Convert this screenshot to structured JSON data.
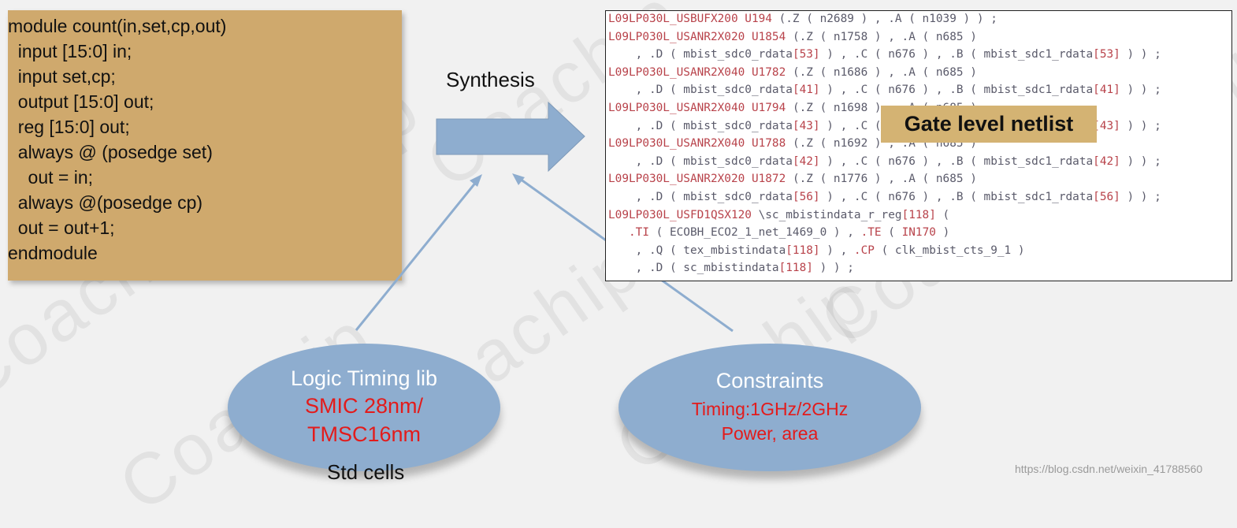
{
  "watermark": "Coachip",
  "code": {
    "lines": [
      "module count(in,set,cp,out)",
      "  input [15:0] in;",
      "  input set,cp;",
      "  output [15:0] out;",
      "  reg [15:0] out;",
      "  always @ (posedge set)",
      "    out = in;",
      "  always @(posedge cp)",
      "  out = out+1;",
      "endmodule"
    ]
  },
  "synthesis_label": "Synthesis",
  "netlist": {
    "title": "Gate level netlist",
    "lines": [
      [
        {
          "t": "L09LP030L_USBUFX200 U194 ",
          "r": true
        },
        {
          "t": "(.Z ( n2689 ) , .A ( n1039 ) ) ;",
          "r": false
        }
      ],
      [
        {
          "t": "L09LP030L_USANR2X020 U1854 ",
          "r": true
        },
        {
          "t": "(.Z ( n1758 ) , .A ( n685 )",
          "r": false
        }
      ],
      [
        {
          "t": "    , .D ( mbist_sdc0_rdata",
          "r": false
        },
        {
          "t": "[53]",
          "r": true
        },
        {
          "t": " ) , .C ( n676 ) , .B ( mbist_sdc1_rdata",
          "r": false
        },
        {
          "t": "[53]",
          "r": true
        },
        {
          "t": " ) ) ;",
          "r": false
        }
      ],
      [
        {
          "t": "L09LP030L_USANR2X040 U1782 ",
          "r": true
        },
        {
          "t": "(.Z ( n1686 ) , .A ( n685 )",
          "r": false
        }
      ],
      [
        {
          "t": "    , .D ( mbist_sdc0_rdata",
          "r": false
        },
        {
          "t": "[41]",
          "r": true
        },
        {
          "t": " ) , .C ( n676 ) , .B ( mbist_sdc1_rdata",
          "r": false
        },
        {
          "t": "[41]",
          "r": true
        },
        {
          "t": " ) ) ;",
          "r": false
        }
      ],
      [
        {
          "t": "L09LP030L_USANR2X040 U1794 ",
          "r": true
        },
        {
          "t": "(.Z ( n1698 ) , .A ( n685 )",
          "r": false
        }
      ],
      [
        {
          "t": "    , .D ( mbist_sdc0_rdata",
          "r": false
        },
        {
          "t": "[43]",
          "r": true
        },
        {
          "t": " ) , .C ( n676 ) , .B ( mbist_sdc1_rdata",
          "r": false
        },
        {
          "t": "[43]",
          "r": true
        },
        {
          "t": " ) ) ;",
          "r": false
        }
      ],
      [
        {
          "t": "L09LP030L_USANR2X040 U1788 ",
          "r": true
        },
        {
          "t": "(.Z ( n1692 ) , .A ( n685 )",
          "r": false
        }
      ],
      [
        {
          "t": "    , .D ( mbist_sdc0_rdata",
          "r": false
        },
        {
          "t": "[42]",
          "r": true
        },
        {
          "t": " ) , .C ( n676 ) , .B ( mbist_sdc1_rdata",
          "r": false
        },
        {
          "t": "[42]",
          "r": true
        },
        {
          "t": " ) ) ;",
          "r": false
        }
      ],
      [
        {
          "t": "L09LP030L_USANR2X020 U1872 ",
          "r": true
        },
        {
          "t": "(.Z ( n1776 ) , .A ( n685 )",
          "r": false
        }
      ],
      [
        {
          "t": "    , .D ( mbist_sdc0_rdata",
          "r": false
        },
        {
          "t": "[56]",
          "r": true
        },
        {
          "t": " ) , .C ( n676 ) , .B ( mbist_sdc1_rdata",
          "r": false
        },
        {
          "t": "[56]",
          "r": true
        },
        {
          "t": " ) ) ;",
          "r": false
        }
      ],
      [
        {
          "t": "L09LP030L_USFD1QSX120 ",
          "r": true
        },
        {
          "t": "\\sc_mbistindata_r_reg",
          "r": false
        },
        {
          "t": "[118]",
          "r": true
        },
        {
          "t": " (",
          "r": false
        }
      ],
      [
        {
          "t": "   .TI ",
          "r": true
        },
        {
          "t": "( ECOBH_ECO2_1_net_1469_0 ) , ",
          "r": false
        },
        {
          "t": ".TE",
          "r": true
        },
        {
          "t": " ( ",
          "r": false
        },
        {
          "t": "IN170",
          "r": true
        },
        {
          "t": " )",
          "r": false
        }
      ],
      [
        {
          "t": "    , .Q ( tex_mbistindata",
          "r": false
        },
        {
          "t": "[118]",
          "r": true
        },
        {
          "t": " ) , ",
          "r": false
        },
        {
          "t": ".CP",
          "r": true
        },
        {
          "t": " ( clk_mbist_cts_9_1 )",
          "r": false
        }
      ],
      [
        {
          "t": "    , .D ( sc_mbistindata",
          "r": false
        },
        {
          "t": "[118]",
          "r": true
        },
        {
          "t": " ) ) ;",
          "r": false
        }
      ]
    ]
  },
  "timing_lib": {
    "title": "Logic Timing lib",
    "line1": "SMIC 28nm/",
    "line2": "TMSC16nm",
    "caption": "Std cells"
  },
  "constraints": {
    "title": "Constraints",
    "line1": "Timing:1GHz/2GHz",
    "line2": "Power, area"
  },
  "url": "https://blog.csdn.net/weixin_41788560"
}
